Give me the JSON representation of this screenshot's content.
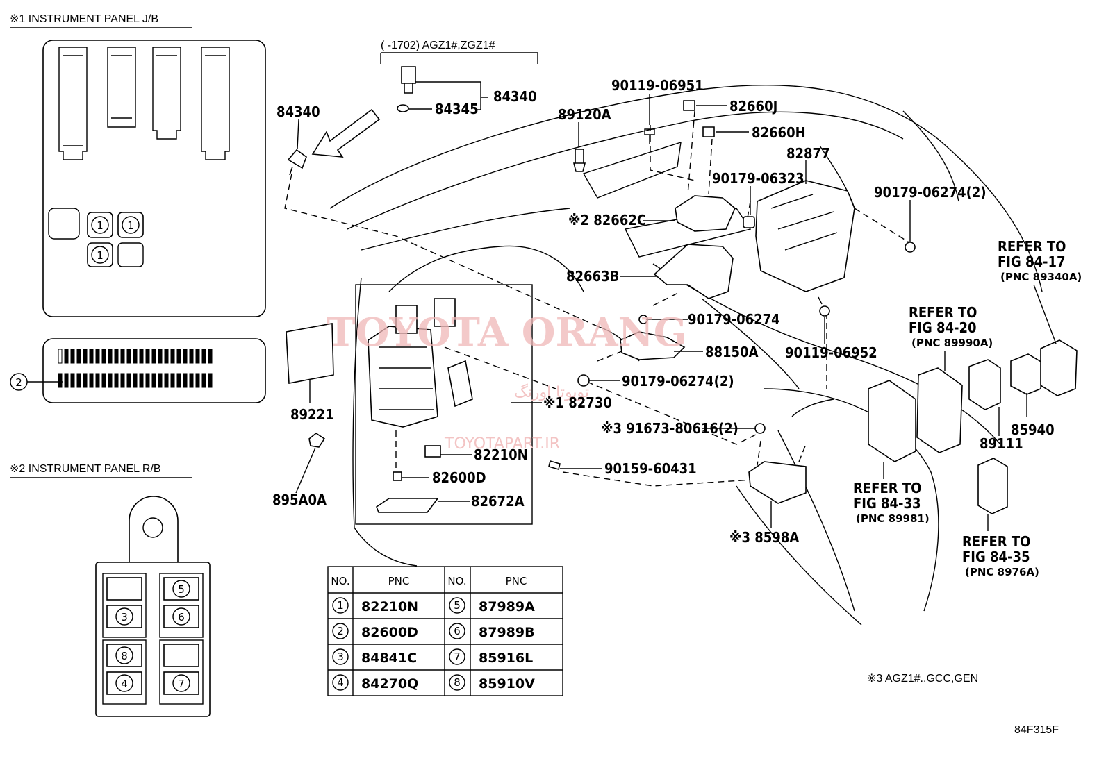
{
  "jb": {
    "title": "※1 INSTRUMENT PANEL J/B",
    "num1": "1",
    "num2": "2"
  },
  "rb": {
    "title": "※2 INSTRUMENT PANEL R/B",
    "n3": "3",
    "n4": "4",
    "n5": "5",
    "n6": "6",
    "n7": "7",
    "n8": "8"
  },
  "header_note": "(     -1702) AGZ1#,ZGZ1#",
  "parts": {
    "p84340a": "84340",
    "p84340b": "84340",
    "p84345": "84345",
    "p89120A": "89120A",
    "p90119_06951": "90119-06951",
    "p82660J": "82660J",
    "p82660H": "82660H",
    "p82877": "82877",
    "p90179_06323": "90179-06323",
    "p90179_06274_2a": "90179-06274(2)",
    "p82662C": "※2 82662C",
    "p82663B": "82663B",
    "p90179_06274": "90179-06274",
    "p88150A": "88150A",
    "p90119_06952": "90119-06952",
    "p90179_06274_2b": "90179-06274(2)",
    "p82730": "※1 82730",
    "p91673": "※3 91673-80616(2)",
    "p82210N": "82210N",
    "p90159": "90159-60431",
    "p82600D": "82600D",
    "p82672A": "82672A",
    "p89221": "89221",
    "p895A0A": "895A0A",
    "p8598A": "※3 8598A",
    "p89111": "89111",
    "p85940": "85940"
  },
  "refs": {
    "r1": [
      "REFER TO",
      "FIG 84-17",
      "(PNC 89340A)"
    ],
    "r2": [
      "REFER TO",
      "FIG 84-20",
      "(PNC 89990A)"
    ],
    "r3": [
      "REFER TO",
      "FIG 84-33",
      "(PNC 89981)"
    ],
    "r4": [
      "REFER TO",
      "FIG 84-35",
      "(PNC 8976A)"
    ]
  },
  "table": {
    "headers": [
      "NO.",
      "PNC",
      "NO.",
      "PNC"
    ],
    "rows": [
      [
        "1",
        "82210N",
        "5",
        "87989A"
      ],
      [
        "2",
        "82600D",
        "6",
        "87989B"
      ],
      [
        "3",
        "84841C",
        "7",
        "85916L"
      ],
      [
        "4",
        "84270Q",
        "8",
        "85910V"
      ]
    ]
  },
  "note3": "※3 AGZ1#..GCC,GEN",
  "figure_id": "84F315F",
  "watermark": {
    "main": "TOYOTA ORANG",
    "site": "TOYOTAPART.IR",
    "fa": "تویوتا اورنگ"
  }
}
